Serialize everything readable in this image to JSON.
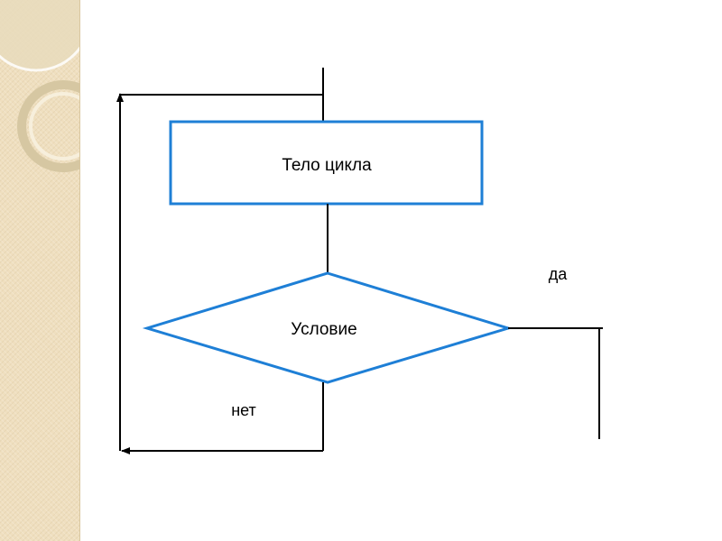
{
  "flowchart": {
    "process_label": "Тело цикла",
    "condition_label": "Условие",
    "yes_label": "да",
    "no_label": "нет",
    "shape_color": "#1e7fd6",
    "line_color": "#000000"
  },
  "theme": {
    "strip_color": "#efdfbf",
    "ring_color": "#d9cba8"
  }
}
